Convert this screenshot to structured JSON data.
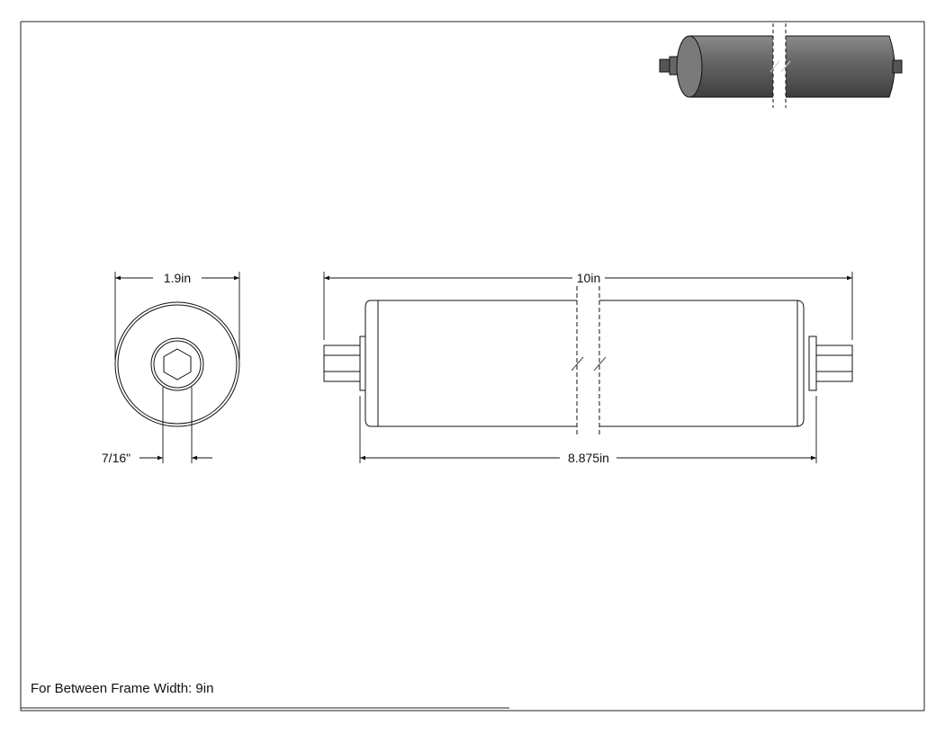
{
  "dimensions": {
    "diameter": "1.9in",
    "hex_size": "7/16\"",
    "overall_length": "10in",
    "tube_length": "8.875in"
  },
  "note": "For Between Frame Width: 9in",
  "colors": {
    "line": "#111111",
    "roller_dark": "#4a4a4a",
    "roller_mid": "#6b6b6b",
    "roller_light": "#8a8a8a"
  },
  "icons": {
    "iso_view": "roller-isometric-icon",
    "end_view": "roller-end-view-icon",
    "side_view": "roller-side-view-icon"
  }
}
